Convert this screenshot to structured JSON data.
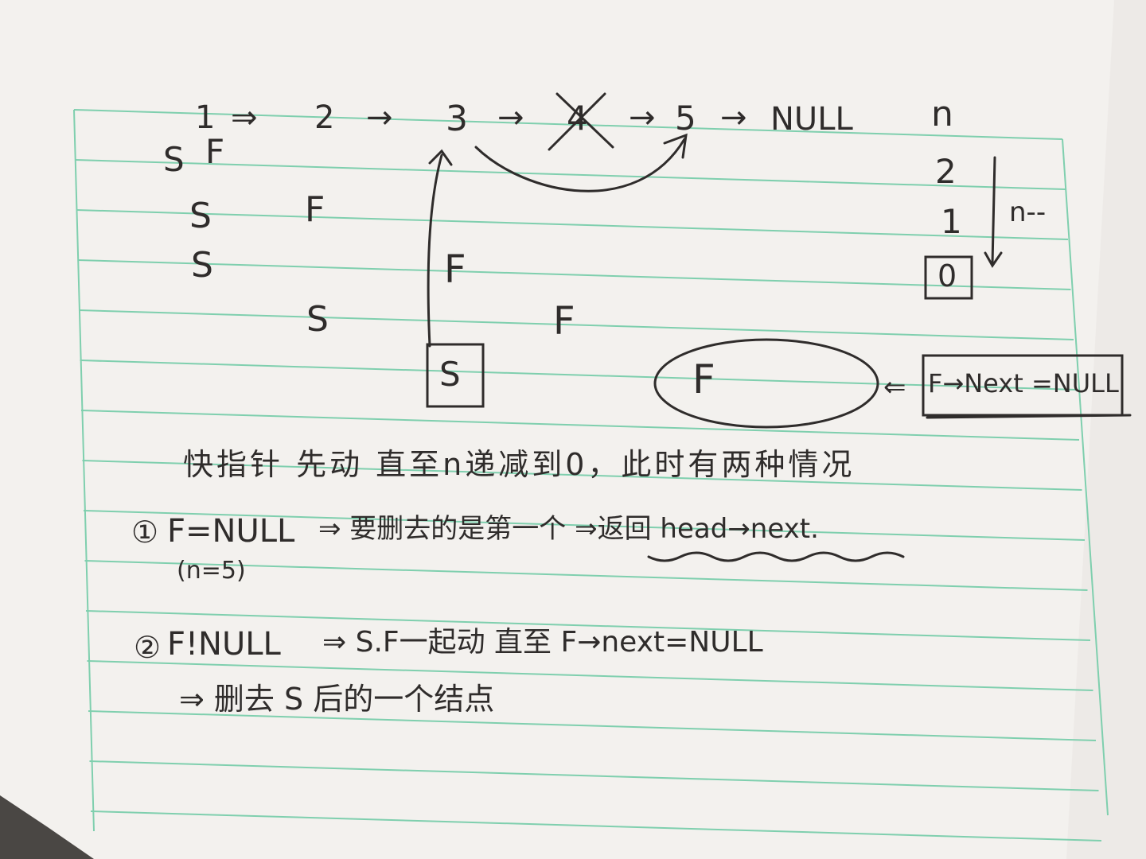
{
  "photo": {
    "paper_color": "#f3f1ee",
    "rule_color": "#7fcfae",
    "ink_color": "#2f2c2b",
    "background_color": "#4a4744"
  },
  "list": {
    "n1": "1",
    "a1": "⇒",
    "n2": "2",
    "a2": "→",
    "n3": "3",
    "a3": "→",
    "n4": "4",
    "a4": "→",
    "n5": "5",
    "a5": "→",
    "null": "NULL",
    "n_label": "n"
  },
  "pointers": {
    "row1_s": "S",
    "row1_f": "F",
    "row2_s": "S",
    "row2_f": "F",
    "row3_s": "S",
    "row3_f": "F",
    "row4_s": "S",
    "row4_f": "F",
    "row5_s": "S",
    "row5_f": "F"
  },
  "counter": {
    "v2": "2",
    "v1": "1",
    "v0": "0",
    "decrement": "n--"
  },
  "boxed_note": {
    "arrow": "⇐",
    "text": "F→Next =NULL"
  },
  "notes": {
    "line1": "快指针 先动 直至n递减到0，此时有两种情况",
    "case1_marker": "①",
    "case1_cond": "F=NULL",
    "case1_text": "⇒ 要删去的是第一个 ⇒返回 head→next.",
    "case1_sub": "(n=5)",
    "case2_marker": "②",
    "case2_cond": "F!NULL",
    "case2_text": "⇒ S.F一起动 直至 F→next=NULL",
    "case2_line2": "⇒ 删去 S 后的一个结点"
  }
}
